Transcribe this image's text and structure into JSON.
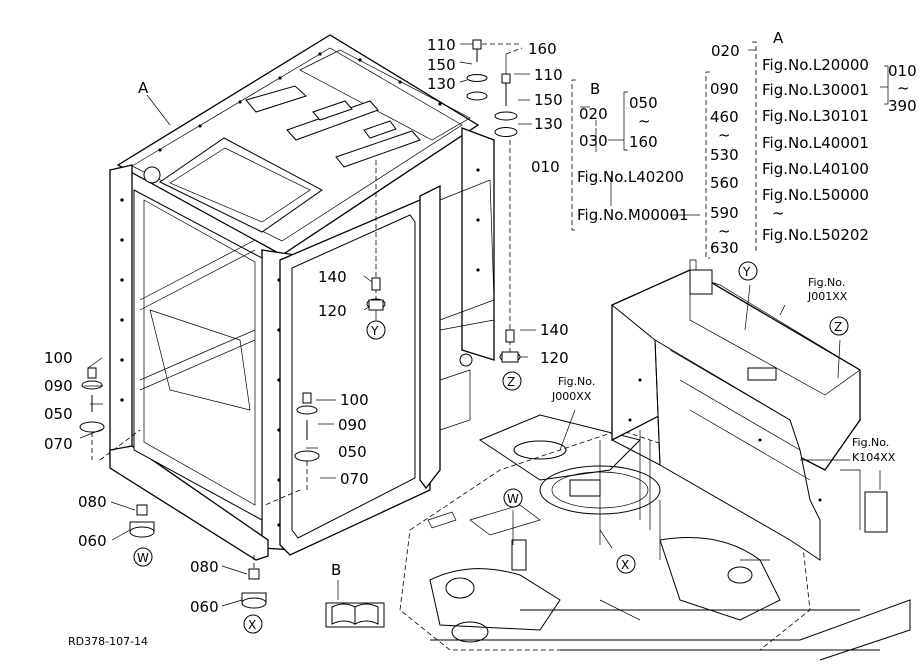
{
  "labels": {
    "A_cab": "A",
    "B_book": "B",
    "doc_code": "RD378-107-14"
  },
  "parts": {
    "p110a": "110",
    "p150a": "150",
    "p130a": "130",
    "p160": "160",
    "p110b": "110",
    "p150b": "150",
    "p130b": "130",
    "p140a": "140",
    "p120a": "120",
    "p140b": "140",
    "p120b": "120",
    "p100a": "100",
    "p090a": "090",
    "p050a": "050",
    "p070a": "070",
    "p100b": "100",
    "p090b": "090",
    "p050b": "050",
    "p070b": "070",
    "p080a": "080",
    "p060a": "060",
    "p080b": "080",
    "p060b": "060",
    "p010": "010"
  },
  "callouts": {
    "Y1": "Y",
    "Z1": "Z",
    "W1": "W",
    "X1": "X",
    "Y2": "Y",
    "Z2": "Z",
    "W2": "W",
    "X2": "X"
  },
  "figrefs": {
    "j001_a": "Fig.No.",
    "j001_b": "J001XX",
    "j000_a": "Fig.No.",
    "j000_b": "J000XX",
    "k104_a": "Fig.No.",
    "k104_b": "K104XX"
  },
  "table": {
    "b_head": "B",
    "b020": "020",
    "b030": "030",
    "b050": "050",
    "b_tilde": "~",
    "b160": "160",
    "b_fig1": "Fig.No.L40200",
    "b_fig2": "Fig.No.M00001",
    "c090": "090",
    "c460": "460",
    "c_t1": "~",
    "c530": "530",
    "c560": "560",
    "c590": "590",
    "c_t2": "~",
    "c630": "630",
    "a020": "020",
    "a_head": "A",
    "a_f1": "Fig.No.L20000",
    "a_f2": "Fig.No.L30001",
    "a_f3": "Fig.No.L30101",
    "a_f4": "Fig.No.L40001",
    "a_f5": "Fig.No.L40100",
    "a_f6": "Fig.No.L50000",
    "a_t": "~",
    "a_f7": "Fig.No.L50202",
    "r010": "010",
    "r_t": "~",
    "r390": "390"
  }
}
